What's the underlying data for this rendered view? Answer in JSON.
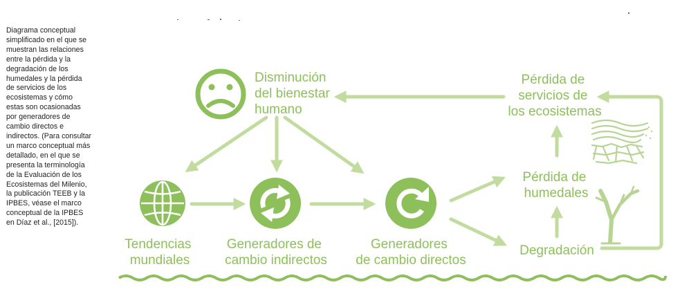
{
  "caption": {
    "lines": [
      "Diagrama conceptual",
      "simplificado en el que se",
      "muestran las relaciones",
      "entre la pérdida y la",
      "degradación de los",
      "humedales y la pérdida",
      "de servicios de los",
      "ecosistemas y cómo",
      "estas son ocasionadas",
      "por generadores de",
      "cambio directos e",
      "indirectos. (Para consultar",
      "un marco conceptual más",
      "detallado, en el que se",
      "presenta la terminología",
      "de la Evaluación de los",
      "Ecosistemas del Milenio,",
      "la publicación TEEB y la",
      "IPBES, véase el marco",
      "conceptual de la IPBES",
      "en Díaz et al., [2015])."
    ]
  },
  "colors": {
    "primary": "#8dbf5a",
    "arrow": "#c2dca0",
    "caption_text": "#222222"
  },
  "nodes": {
    "bienestar": {
      "lines": [
        "Disminución",
        "del bienestar",
        "humano"
      ],
      "icon": "sad-face-icon"
    },
    "tendencias": {
      "lines": [
        "Tendencias",
        "mundiales"
      ],
      "icon": "globe-icon"
    },
    "indirectos": {
      "lines": [
        "Generadores de",
        "cambio indirectos"
      ],
      "icon": "cycle-arrows-icon"
    },
    "directos": {
      "lines": [
        "Generadores",
        "de cambio directos"
      ],
      "icon": "circular-arrow-icon"
    },
    "servicios": {
      "lines": [
        "Pérdida de",
        "servicios de",
        "los ecosistemas"
      ],
      "icon": "cracked-earth-icon"
    },
    "humedales": {
      "lines": [
        "Pérdida de",
        "humedales"
      ],
      "icon": "dead-tree-icon"
    },
    "degradacion": {
      "lines": [
        "Degradación"
      ]
    }
  }
}
